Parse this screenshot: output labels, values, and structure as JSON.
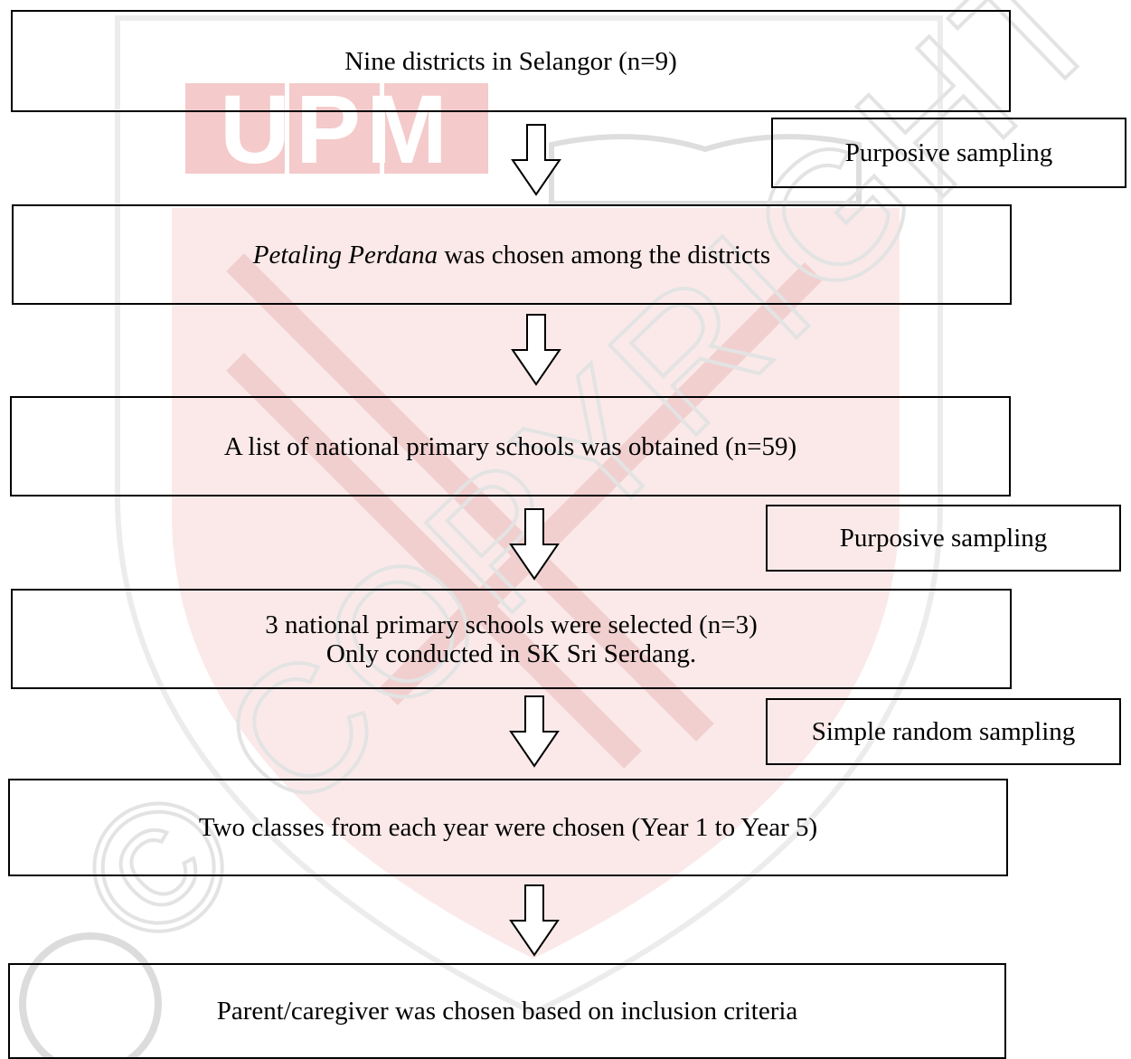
{
  "watermark": {
    "logo_letters": "UPM",
    "text": "© COPYRIGHT UPM",
    "colors": {
      "red": "#f2c9c9",
      "gray": "#e2e2e2"
    }
  },
  "steps": [
    {
      "text": "Nine districts in Selangor (n=9)"
    },
    {
      "italic": "Petaling Perdana",
      "text": " was chosen among the districts"
    },
    {
      "text": "A list of national primary schools was obtained (n=59)"
    },
    {
      "line1": "3 national primary schools were selected (n=3)",
      "line2": "Only conducted in SK Sri Serdang."
    },
    {
      "text": "Two classes from each year were chosen (Year 1 to Year 5)"
    },
    {
      "text": "Parent/caregiver was chosen based on inclusion criteria"
    }
  ],
  "methods": [
    {
      "text": "Purposive sampling"
    },
    {
      "text": "Purposive sampling"
    },
    {
      "text": "Simple random sampling"
    }
  ],
  "arrow_icon": "hollow-down-arrow"
}
